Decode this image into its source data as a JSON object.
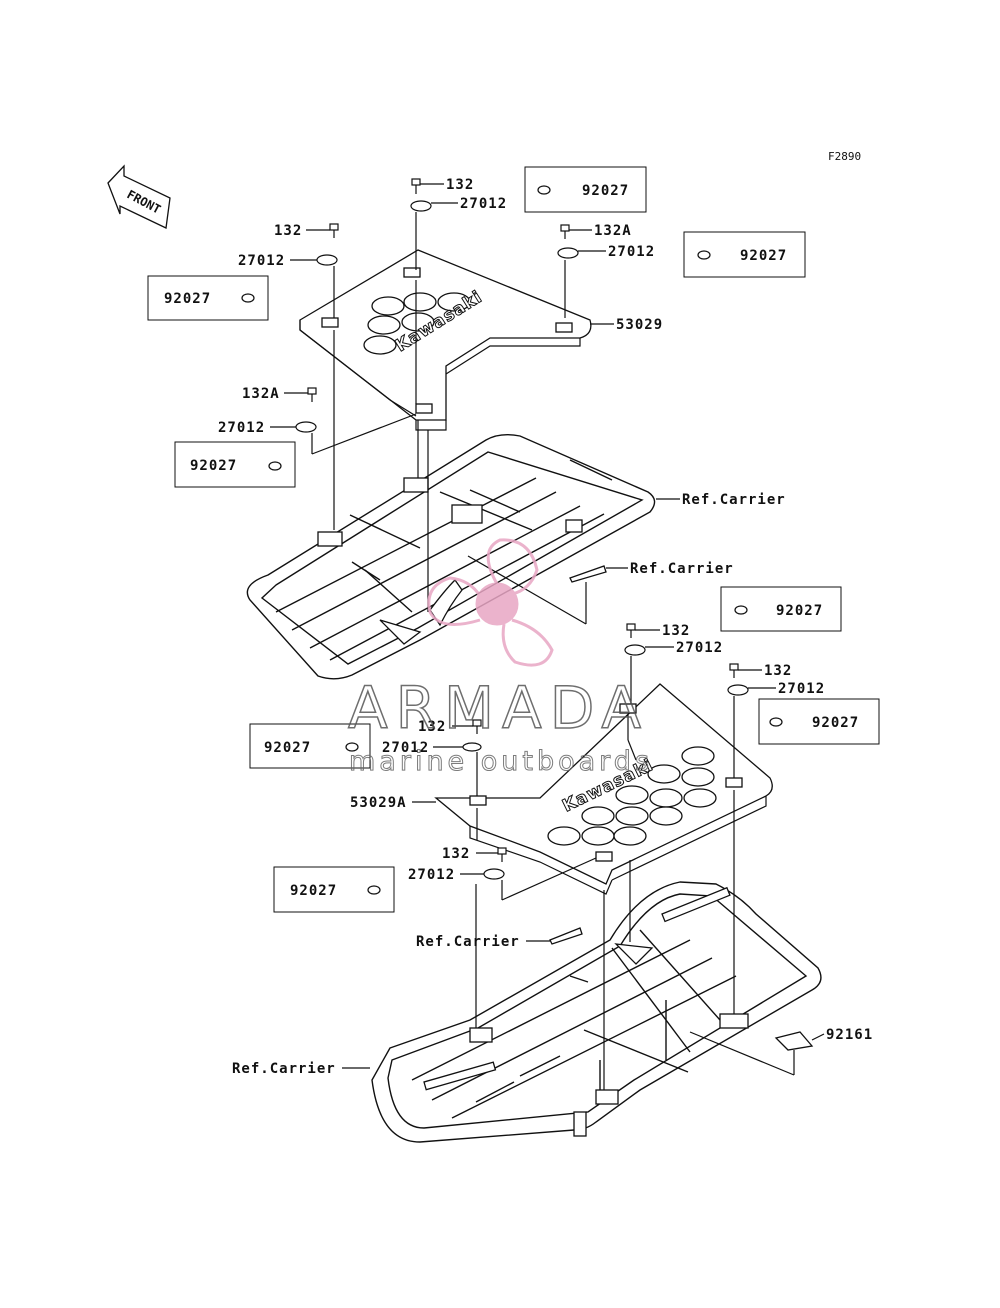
{
  "figure_code": "F2890",
  "front_label": "FRONT",
  "watermark": {
    "brand": "ARMADA",
    "tagline": "marine outboards",
    "accent_color": "#e8a6c4"
  },
  "logos": {
    "front_plate": "Kawasaki",
    "rear_plate": "Kawasaki"
  },
  "callouts": {
    "c1": "132",
    "c2": "27012",
    "c3": "92027",
    "c4": "132",
    "c5": "27012",
    "c6": "92027",
    "c7": "132A",
    "c8": "27012",
    "c9": "92027",
    "c10": "53029",
    "c11": "132A",
    "c12": "27012",
    "c13": "92027",
    "c14": "Ref.Carrier",
    "c15": "Ref.Carrier",
    "c16": "92027",
    "c17": "132",
    "c18": "27012",
    "c19": "132",
    "c20": "27012",
    "c21": "92027",
    "c22": "92027",
    "c23": "132",
    "c24": "27012",
    "c25": "53029A",
    "c26": "132",
    "c27": "27012",
    "c28": "92027",
    "c29": "Ref.Carrier",
    "c30": "92161",
    "c31": "Ref.Carrier"
  }
}
